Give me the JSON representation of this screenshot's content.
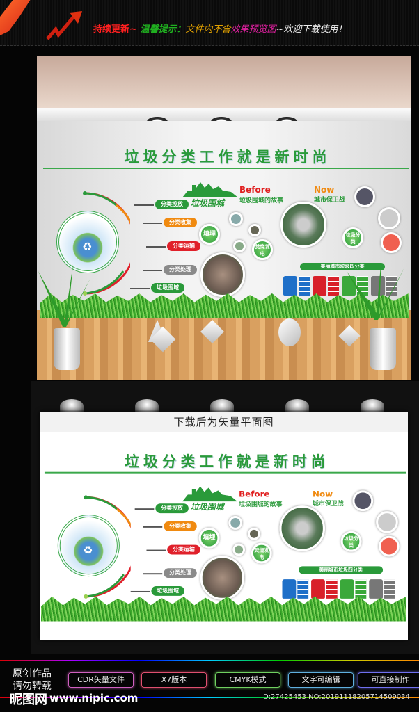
{
  "banner": {
    "part1": "持续更新~",
    "part2": "温馨提示：",
    "part3": "文件内不含",
    "part4": "效果预览图",
    "part5": "~欢迎下载使用！"
  },
  "wall": {
    "title": "垃圾分类工作就是新时尚",
    "steps": [
      "分类投放",
      "分类收集",
      "分类运输",
      "分类处理",
      "垃圾围城"
    ],
    "step_colors": [
      "#2a9a3a",
      "#f08a10",
      "#e0202a",
      "#8a8a8a",
      "#2a9a3a"
    ],
    "logo": "垃圾围城",
    "before_title": "Before",
    "before_sub": "垃圾围城的故事",
    "now_title": "Now",
    "now_sub": "城市保卫战",
    "landfill": "填埋",
    "incineration": "焚烧发电",
    "sorting": "垃圾分类",
    "four_class": "美丽城市垃圾四分类",
    "bin_colors": [
      "#1e6fc8",
      "#d8202a",
      "#3aa83a",
      "#777777"
    ]
  },
  "board": {
    "caption": "下载后为矢量平面图"
  },
  "footer": {
    "original_1": "原创作品",
    "original_2": "请勿转载",
    "features": [
      "CDR矢量文件",
      "X7版本",
      "CMYK模式",
      "文字可编辑",
      "可直接制作"
    ],
    "feature_colors": [
      "#d060c0",
      "#e05070",
      "#70d060",
      "#60b0e0",
      "#7070f0"
    ],
    "site_logo": "昵图网",
    "site_url": "www.nipic.com",
    "id_text": "ID:27425453 NO:20191118205714509034"
  }
}
